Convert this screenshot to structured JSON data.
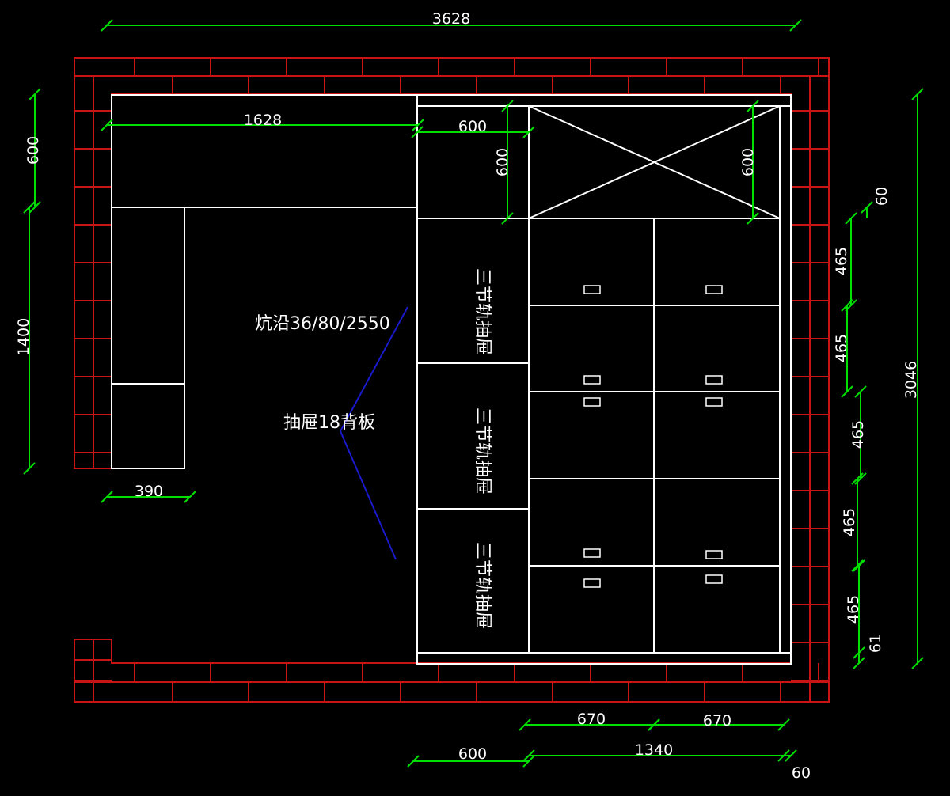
{
  "colors": {
    "background": "#000000",
    "wall": "#c81414",
    "cabinet": "#ffffff",
    "dimension": "#00e000",
    "leader": "#1a1acd"
  },
  "dimensions": {
    "overall_width": "3628",
    "kang_length": "1628",
    "box_width_top": "600",
    "box_height_left": "600",
    "box_height_right": "600",
    "left_upper_height": "600",
    "left_lower_height": "1400",
    "kang_side_width": "390",
    "overall_height": "3046",
    "right_top_gap": "60",
    "row_1": "465",
    "row_2": "465",
    "row_3": "465",
    "row_4": "465",
    "row_5": "465",
    "right_bottom_gap": "61",
    "col_1": "670",
    "col_2": "670",
    "bottom_left_600": "600",
    "bottom_1340": "1340",
    "bottom_gap_60": "60"
  },
  "labels": {
    "kang_edge": "炕沿36/80/2550",
    "drawer_back": "抽屉18背板",
    "drawer_1": "三节轨抽屉",
    "drawer_2": "三节轨抽屉",
    "drawer_3": "三节轨抽屉"
  }
}
